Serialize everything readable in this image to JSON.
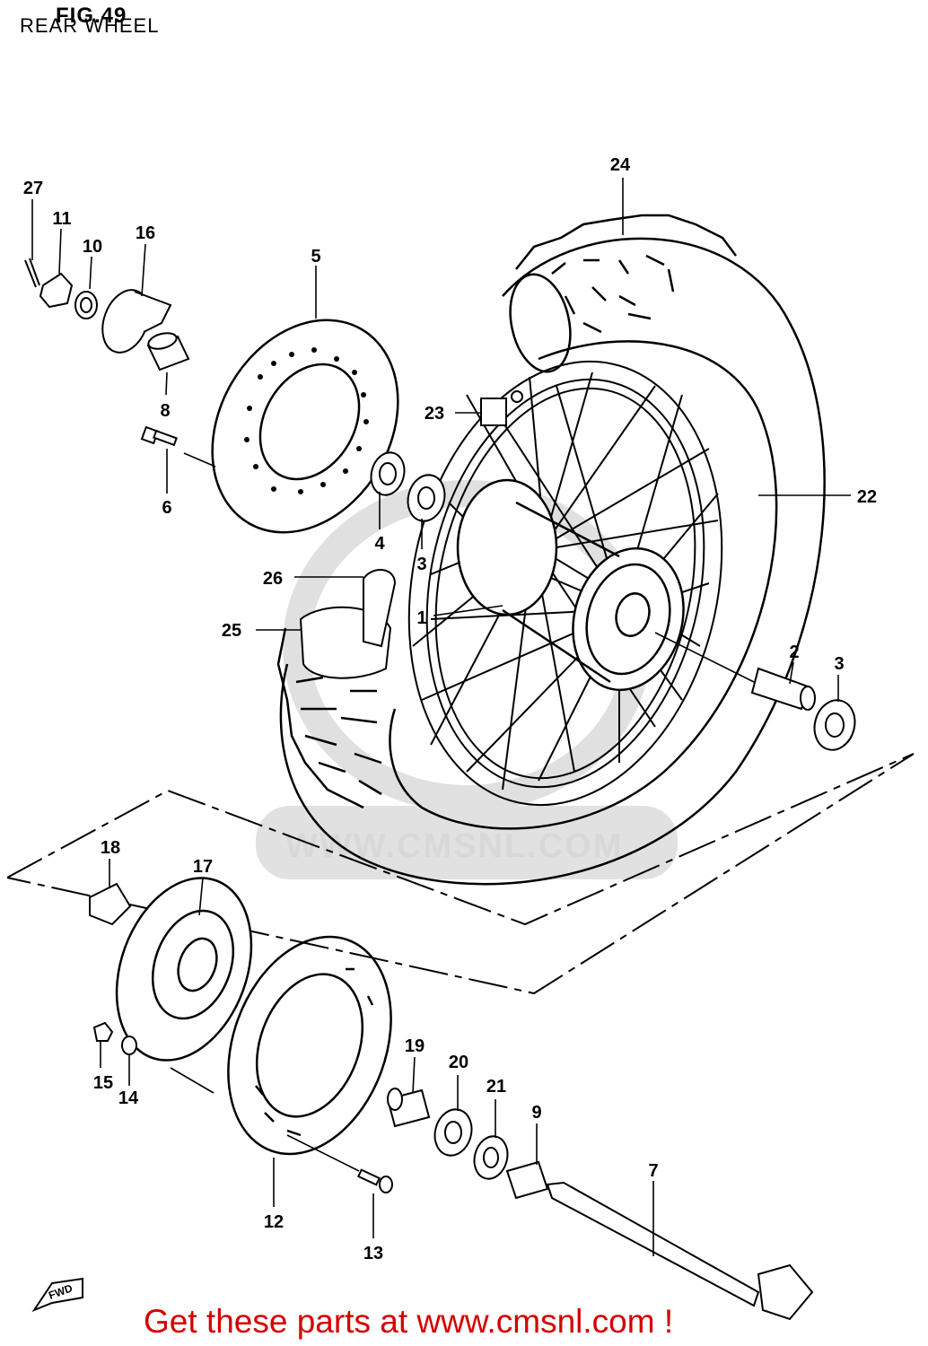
{
  "figure": {
    "number_label": "FIG.49",
    "subtitle": "REAR WHEEL"
  },
  "watermark": "WWW.CMSNL.COM",
  "fwd_marker": "FWD",
  "footer": "Get these parts at www.cmsnl.com !",
  "callouts": [
    {
      "id": "c1",
      "label": "1"
    },
    {
      "id": "c2",
      "label": "2"
    },
    {
      "id": "c3a",
      "label": "3"
    },
    {
      "id": "c3b",
      "label": "3"
    },
    {
      "id": "c4",
      "label": "4"
    },
    {
      "id": "c5",
      "label": "5"
    },
    {
      "id": "c6",
      "label": "6"
    },
    {
      "id": "c7",
      "label": "7"
    },
    {
      "id": "c8",
      "label": "8"
    },
    {
      "id": "c9",
      "label": "9"
    },
    {
      "id": "c10",
      "label": "10"
    },
    {
      "id": "c11",
      "label": "11"
    },
    {
      "id": "c12",
      "label": "12"
    },
    {
      "id": "c13",
      "label": "13"
    },
    {
      "id": "c14",
      "label": "14"
    },
    {
      "id": "c15",
      "label": "15"
    },
    {
      "id": "c16",
      "label": "16"
    },
    {
      "id": "c17",
      "label": "17"
    },
    {
      "id": "c18",
      "label": "18"
    },
    {
      "id": "c19",
      "label": "19"
    },
    {
      "id": "c20",
      "label": "20"
    },
    {
      "id": "c21",
      "label": "21"
    },
    {
      "id": "c22",
      "label": "22"
    },
    {
      "id": "c23",
      "label": "23"
    },
    {
      "id": "c24",
      "label": "24"
    },
    {
      "id": "c25",
      "label": "25"
    },
    {
      "id": "c26",
      "label": "26"
    },
    {
      "id": "c27",
      "label": "27"
    }
  ]
}
